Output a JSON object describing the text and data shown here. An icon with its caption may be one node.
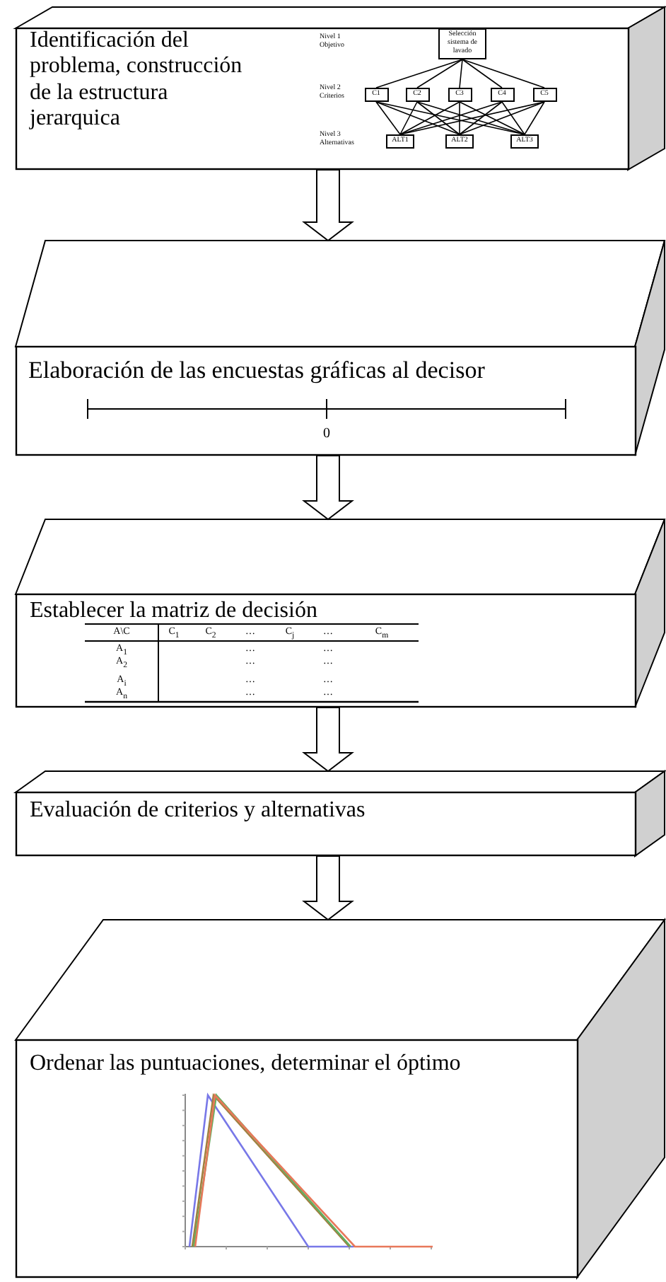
{
  "diagram": {
    "nodes": [
      {
        "text": [
          "Identificación del problema, construcción de la estructura jerarquica"
        ]
      },
      {
        "text": [
          "Selección sistema de lavado"
        ],
        "in": 0
      },
      {
        "text": [
          "C1"
        ],
        "in": 0
      },
      {
        "text": [
          "C2"
        ],
        "in": 0
      },
      {
        "text": [
          "C3"
        ],
        "in": 0
      },
      {
        "text": [
          "C4"
        ],
        "in": 0
      },
      {
        "text": [
          "C5"
        ],
        "in": 0
      },
      {
        "text": [
          "ALT1"
        ],
        "in": 0
      },
      {
        "text": [
          "ALT2"
        ],
        "in": 0
      },
      {
        "text": [
          "ALT3"
        ],
        "in": 0
      },
      {
        "text": [
          "Elaboración de las encuestas gráficas al decisor"
        ]
      },
      {
        "text": [
          "Establecer la matriz de decisión"
        ]
      },
      {
        "text": [
          "Evaluación de criterios y alternativas"
        ]
      },
      {
        "text": [
          "Ordenar las puntuaciones, determinar el óptimo"
        ]
      }
    ],
    "edges": [
      {
        "from": 0,
        "to": 10,
        "arrow": "to"
      },
      {
        "from": 10,
        "to": 11,
        "arrow": "to"
      },
      {
        "from": 11,
        "to": 12,
        "arrow": "to"
      },
      {
        "from": 12,
        "to": 13,
        "arrow": "to"
      },
      {
        "from": 1,
        "to": 2,
        "arrow": "none"
      },
      {
        "from": 1,
        "to": 3,
        "arrow": "none"
      },
      {
        "from": 1,
        "to": 4,
        "arrow": "none"
      },
      {
        "from": 1,
        "to": 5,
        "arrow": "none"
      },
      {
        "from": 1,
        "to": 6,
        "arrow": "none"
      },
      {
        "from": 2,
        "to": 7,
        "arrow": "none"
      },
      {
        "from": 2,
        "to": 8,
        "arrow": "none"
      },
      {
        "from": 2,
        "to": 9,
        "arrow": "none"
      },
      {
        "from": 3,
        "to": 7,
        "arrow": "none"
      },
      {
        "from": 3,
        "to": 8,
        "arrow": "none"
      },
      {
        "from": 3,
        "to": 9,
        "arrow": "none"
      },
      {
        "from": 4,
        "to": 7,
        "arrow": "none"
      },
      {
        "from": 4,
        "to": 8,
        "arrow": "none"
      },
      {
        "from": 4,
        "to": 9,
        "arrow": "none"
      },
      {
        "from": 5,
        "to": 7,
        "arrow": "none"
      },
      {
        "from": 5,
        "to": 8,
        "arrow": "none"
      },
      {
        "from": 5,
        "to": 9,
        "arrow": "none"
      },
      {
        "from": 6,
        "to": 7,
        "arrow": "none"
      },
      {
        "from": 6,
        "to": 8,
        "arrow": "none"
      },
      {
        "from": 6,
        "to": 9,
        "arrow": "none"
      }
    ],
    "labels": [
      "Nivel 1 Objetivo",
      "Nivel 2 Criterios",
      "Nivel 3 Alternativas",
      "0",
      "A\\C",
      "C$_{1}$",
      "C$_{2}$",
      "…",
      "C$_{j}$",
      "…",
      "C$_{m}$",
      "A$_{1}$",
      "…",
      "…",
      "A$_{2}$",
      "…",
      "…",
      "A$_{i}$",
      "…",
      "…",
      "A$_{n}$",
      "…",
      "…"
    ]
  }
}
